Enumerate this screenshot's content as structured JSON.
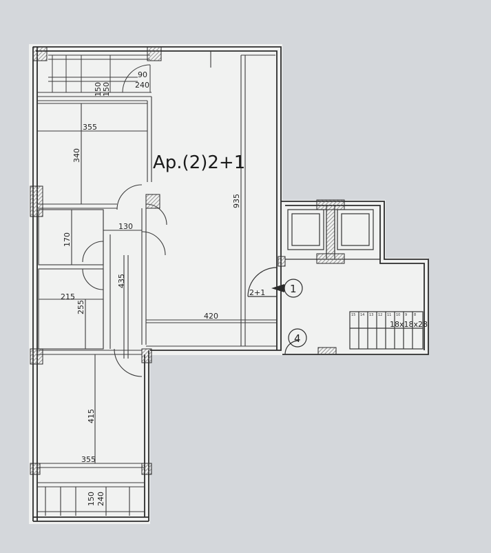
{
  "plan": {
    "colors": {
      "background": "#d4d7db",
      "paper": "#f1f2f1",
      "wall": "#2b2b2b",
      "hatch": "#7d7d7d"
    },
    "title": "Ap.(2)2+1",
    "unit_marker": "1",
    "unit_marker_label": "2+1",
    "core_marker": "4",
    "stair_label": "18x18x28",
    "step_numbers": [
      "15",
      "14",
      "13",
      "12",
      "11",
      "10",
      "9",
      "8"
    ],
    "dimensions": {
      "d90": "90",
      "d240_top": "240",
      "d150a": "150",
      "d150b": "150",
      "d355_top": "355",
      "d340": "340",
      "d935": "935",
      "d130": "130",
      "d170": "170",
      "d435": "435",
      "d215": "215",
      "d255": "255",
      "d420": "420",
      "d415": "415",
      "d355_bottom": "355",
      "d150_bottom": "150",
      "d240_bottom": "240"
    }
  }
}
